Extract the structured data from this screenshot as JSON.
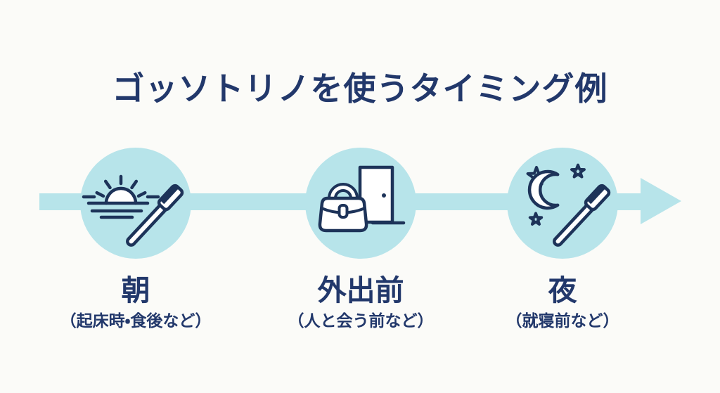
{
  "page": {
    "title": "ゴッソトリノを使うタイミング例"
  },
  "colors": {
    "background": "#fbfbf8",
    "accent_light_blue": "#b7e4ea",
    "text_navy": "#22386b",
    "icon_navy": "#1d3359",
    "icon_fill_white": "#ffffff"
  },
  "timeline": {
    "direction": "left-to-right",
    "steps": [
      {
        "id": "morning",
        "icon": "sunrise-toothbrush-icon",
        "label": "朝",
        "note": "（起床時・食後など）"
      },
      {
        "id": "before-going-out",
        "icon": "bag-door-icon",
        "label": "外出前",
        "note": "（人と会う前など）"
      },
      {
        "id": "night",
        "icon": "moon-stars-toothbrush-icon",
        "label": "夜",
        "note": "（就寝前など）"
      }
    ]
  }
}
